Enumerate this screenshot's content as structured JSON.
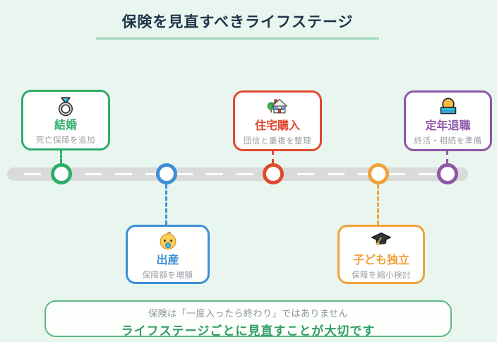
{
  "page": {
    "title": "保険を見直すべきライフステージ",
    "background_color": "#e9f6ef",
    "title_color": "#1e3448",
    "underline_color": "#9bd4ba"
  },
  "timeline": {
    "road_color": "#d9dbd9",
    "road_dash_color": "#ffffff",
    "stages": [
      {
        "label": "結婚",
        "note": "死亡保障を追加",
        "color": "#2fad68",
        "icon": "ring-icon",
        "card_position": "above"
      },
      {
        "label": "出産",
        "note": "保障額を増額",
        "color": "#3e8ed6",
        "icon": "baby-icon",
        "card_position": "below"
      },
      {
        "label": "住宅購入",
        "note": "団信と重複を整理",
        "color": "#df4a2e",
        "icon": "house-icon",
        "card_position": "above"
      },
      {
        "label": "子ども独立",
        "note": "保障を縮小検討",
        "color": "#f0a23a",
        "icon": "graduation-cap-icon",
        "card_position": "below"
      },
      {
        "label": "定年退職",
        "note": "終活・相続を準備",
        "color": "#8d57a8",
        "icon": "money-icon",
        "card_position": "above"
      }
    ]
  },
  "footer": {
    "line1": "保険は「一度入ったら終わり」ではありません",
    "line2": "ライフステージごとに見直すことが大切です",
    "border_color": "#5cb885",
    "line1_color": "#8b9299",
    "line2_color": "#2f9e63"
  }
}
